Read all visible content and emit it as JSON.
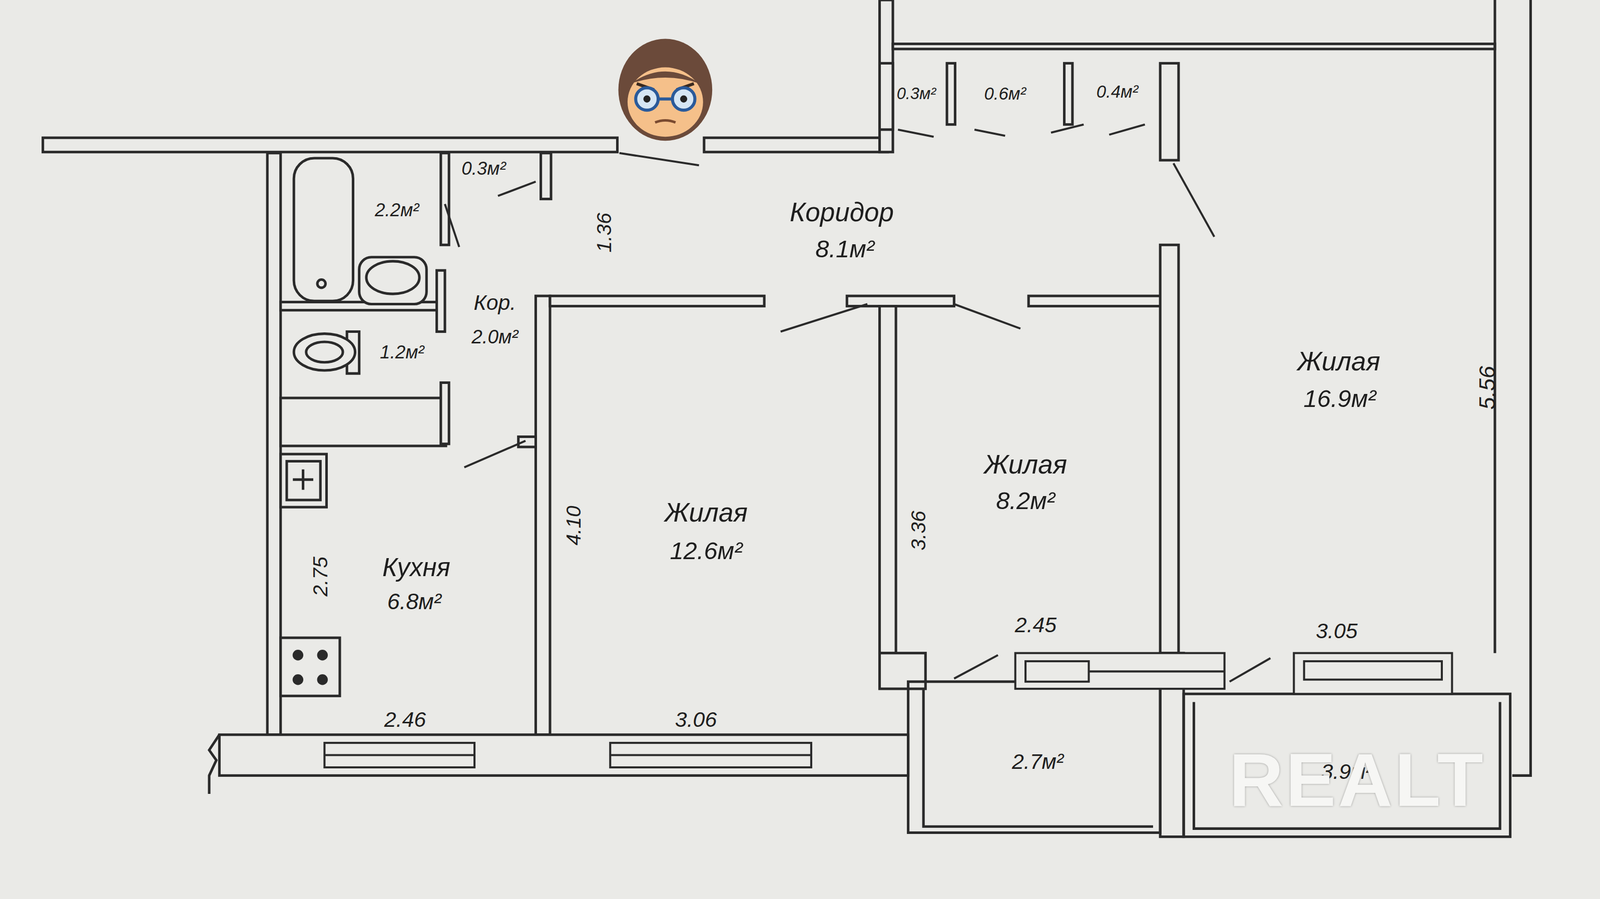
{
  "diagram": {
    "labels": [
      "0.3м²",
      "0.6м²",
      "0.4м²",
      "0.3м²",
      "2.2м²",
      "Коридор",
      "8.1м²",
      "1.36",
      "Кор.",
      "2.0м²",
      "1.2м²",
      "Жилая",
      "16.9м²",
      "5.56",
      "Жилая",
      "8.2м²",
      "Жилая",
      "12.6м²",
      "4.10",
      "3.36",
      "Кухня",
      "6.8м²",
      "2.75",
      "2.45",
      "3.05",
      "2.46",
      "3.06",
      "2.7м²",
      "3.9м²",
      "REALT"
    ]
  }
}
